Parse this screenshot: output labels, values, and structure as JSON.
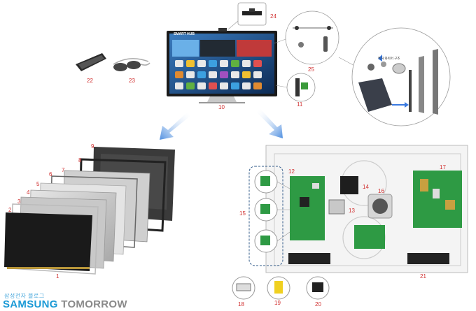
{
  "labels": {
    "l1": "1",
    "l2": "2",
    "l3": "3",
    "l4": "4",
    "l5": "5",
    "l6": "6",
    "l7": "7",
    "l8": "8",
    "l9": "9",
    "l10": "10",
    "l11": "11",
    "l12": "12",
    "l13": "13",
    "l14": "14",
    "l15": "15",
    "l16": "16",
    "l17": "17",
    "l18": "18",
    "l19": "19",
    "l20": "20",
    "l21": "21",
    "l22": "22",
    "l23": "23",
    "l24": "24",
    "l25": "25"
  },
  "tv": {
    "screen_title": "SMART HUB"
  },
  "callout": {
    "korean_note": "특허 와이어 구조"
  },
  "brand": {
    "blog_label": "삼성전자 블로그",
    "name_part1": "SAMSUNG",
    "name_part2": "TOMORROW"
  },
  "colors": {
    "label_red": "#d03030",
    "brand_blue": "#1b9ad6",
    "brand_gray": "#8a8a8a",
    "arrow_blue": "#5b9ae0"
  }
}
